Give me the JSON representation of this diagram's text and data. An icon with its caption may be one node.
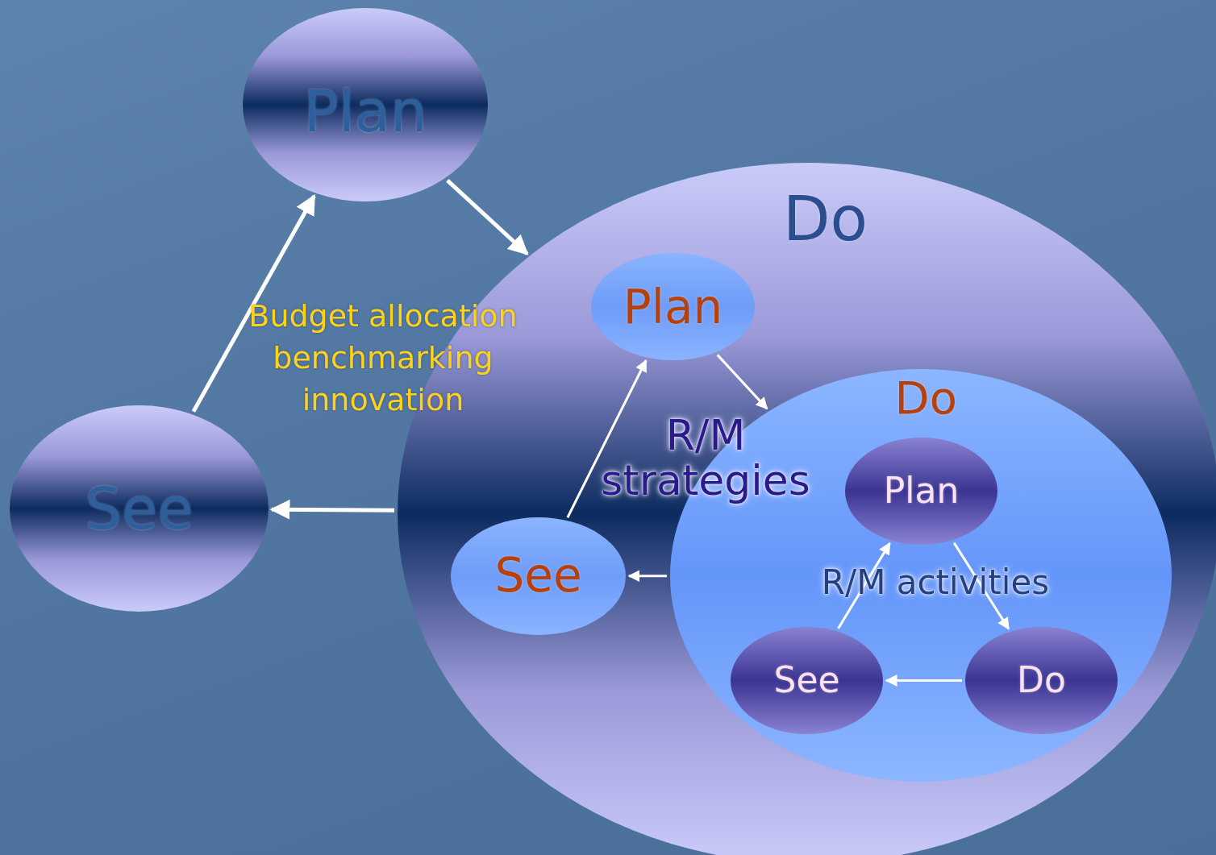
{
  "diagram": {
    "nodes": [
      {
        "text": [
          "Plan"
        ]
      },
      {
        "text": [
          "Do"
        ]
      },
      {
        "text": [
          "Plan"
        ],
        "in": 1
      },
      {
        "text": [
          "Do"
        ],
        "in": 1
      },
      {
        "text": [
          "Plan"
        ],
        "in": 3
      },
      {
        "text": [
          "Do"
        ],
        "in": 3
      },
      {
        "text": [
          "See"
        ],
        "in": 3
      },
      {
        "text": [
          "See"
        ],
        "in": 1
      },
      {
        "text": [
          "See"
        ]
      }
    ],
    "edges": [
      {
        "from": 0,
        "to": 1,
        "arrow": "to"
      },
      {
        "from": 1,
        "to": 8,
        "arrow": "to"
      },
      {
        "from": 8,
        "to": 0,
        "arrow": "to"
      },
      {
        "from": 2,
        "to": 3,
        "arrow": "to"
      },
      {
        "from": 3,
        "to": 7,
        "arrow": "to"
      },
      {
        "from": 7,
        "to": 2,
        "arrow": "to"
      },
      {
        "from": 4,
        "to": 5,
        "arrow": "to"
      },
      {
        "from": 5,
        "to": 6,
        "arrow": "to"
      },
      {
        "from": 6,
        "to": 4,
        "arrow": "to"
      }
    ],
    "labels": [
      "Budget allocation benchmarking innovation",
      "R/M strategies",
      "R/M activities"
    ]
  }
}
